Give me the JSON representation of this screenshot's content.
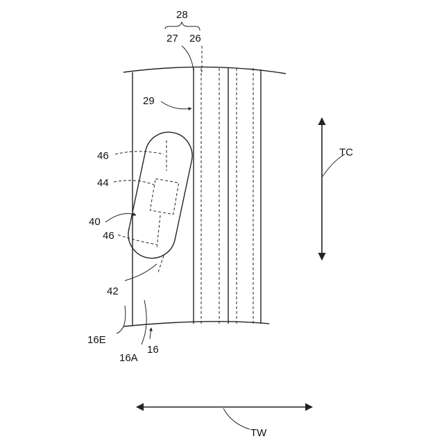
{
  "figure": {
    "labels": {
      "l28": "28",
      "l27": "27",
      "l26": "26",
      "l29": "29",
      "l46_top": "46",
      "l44": "44",
      "l40": "40",
      "l46_bottom": "46",
      "l42": "42",
      "l16E": "16E",
      "l16A": "16A",
      "l16": "16",
      "lTC": "TC",
      "lTW": "TW"
    }
  }
}
